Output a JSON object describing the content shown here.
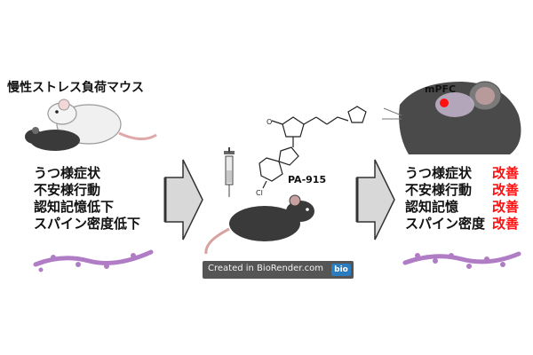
{
  "left_panel": {
    "title": "慢性ストレス負荷マウス",
    "symptoms": [
      "うつ様症状",
      "不安様行動",
      "認知記憶低下",
      "スパイン密度低下"
    ]
  },
  "middle_panel": {
    "compound_name": "PA-915",
    "chlorine_atom": "Cl",
    "credit_text": "Created in BioRender.com",
    "credit_badge": "bio"
  },
  "right_panel": {
    "region_label": "mPFC",
    "outcomes": [
      {
        "label": "うつ様症状",
        "result": "改善"
      },
      {
        "label": "不安様行動",
        "result": "改善"
      },
      {
        "label": "認知記憶",
        "result": "改善"
      },
      {
        "label": "スパイン密度",
        "result": "改善"
      }
    ]
  },
  "colors": {
    "improve_text": "#ff1010",
    "dendrite": "#b07cc6",
    "arrow_fill": "#d8d8d8",
    "mouse_dark": "#3a3a3a",
    "mouse_light": "#f0f0f0"
  }
}
